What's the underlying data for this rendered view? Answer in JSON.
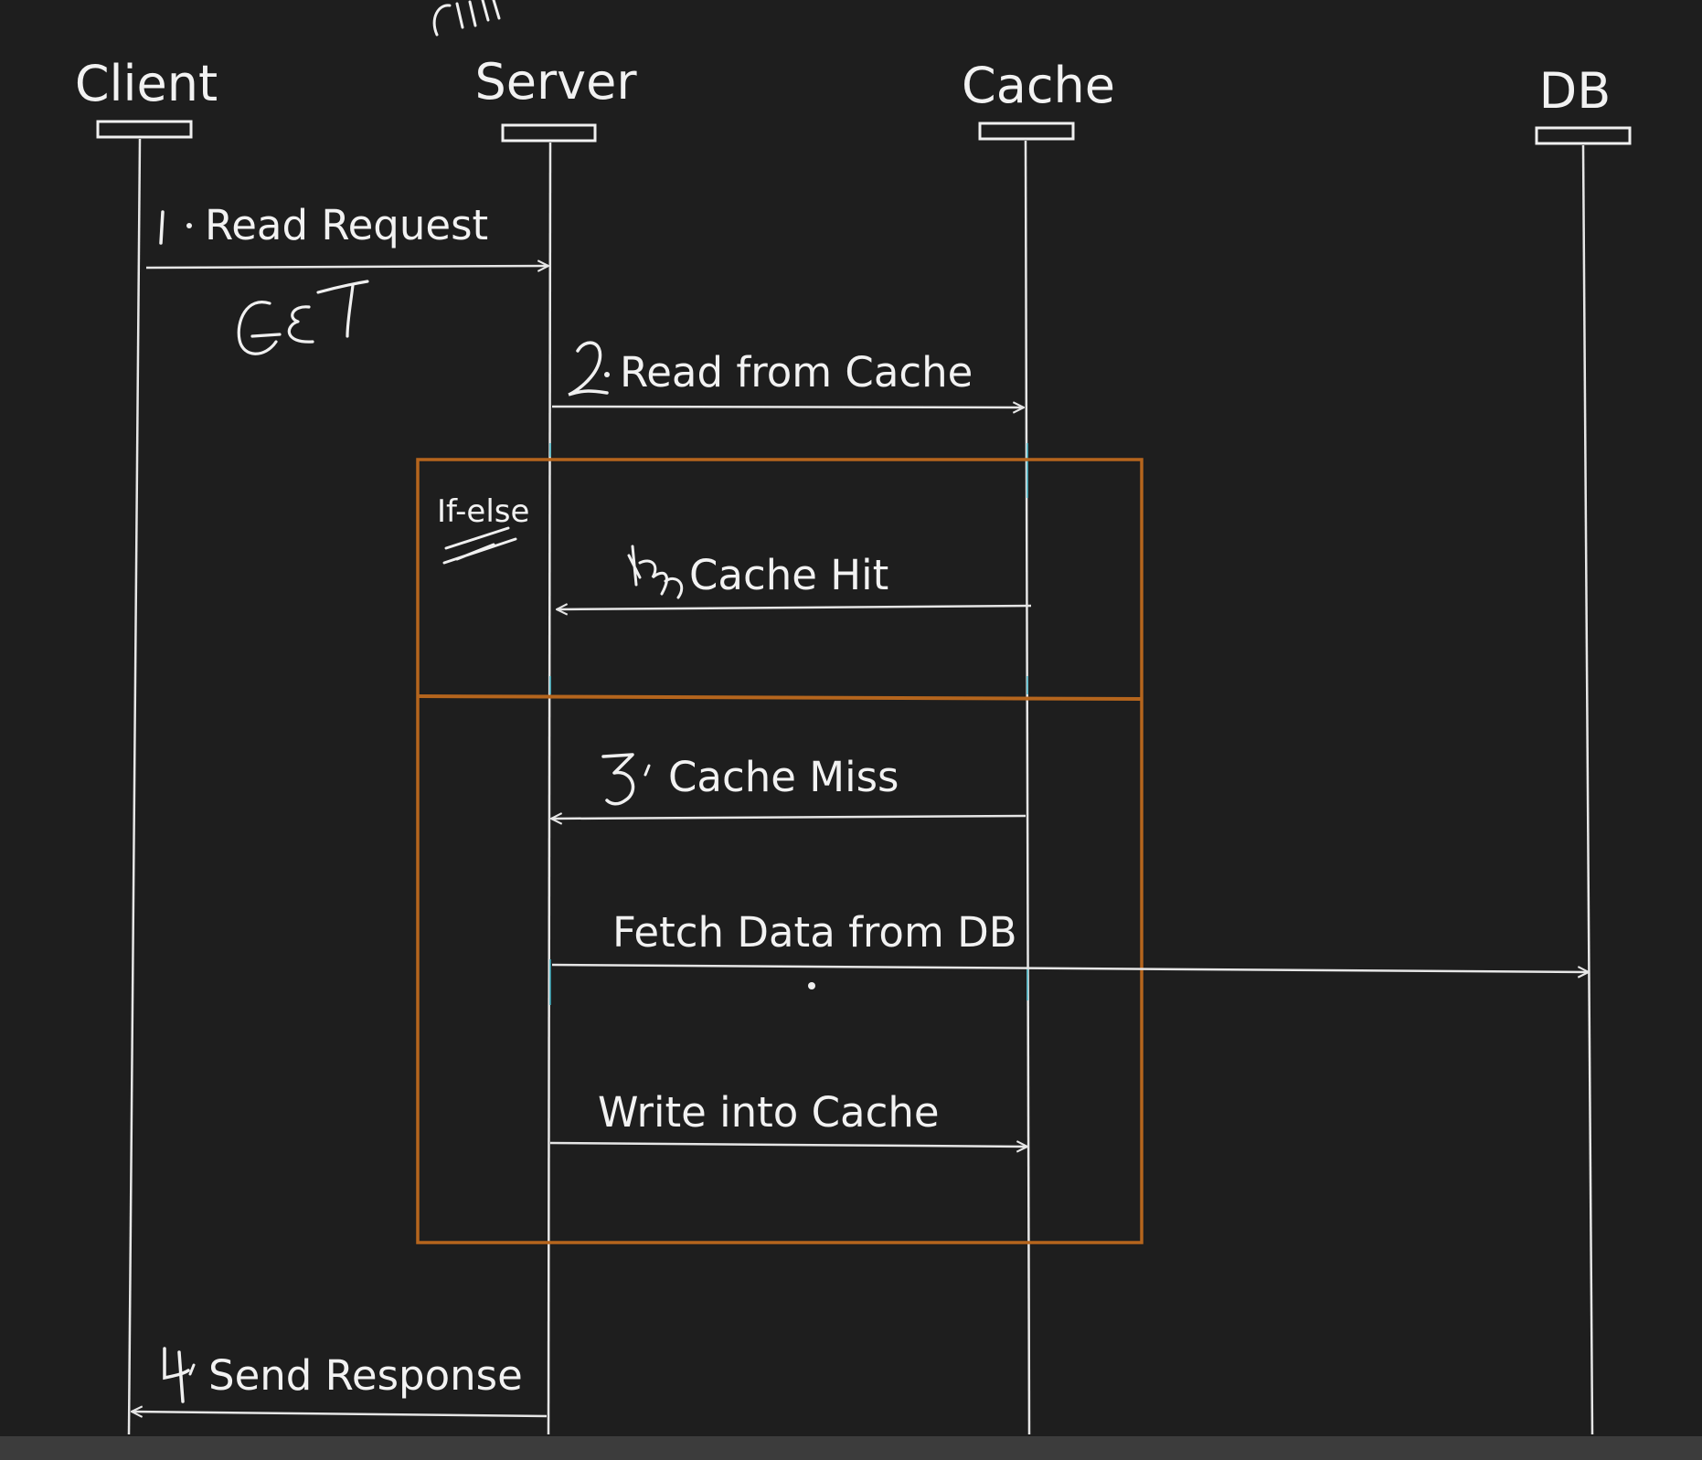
{
  "participants": [
    {
      "key": "client",
      "label": "Client"
    },
    {
      "key": "server",
      "label": "Server"
    },
    {
      "key": "cache",
      "label": "Cache"
    },
    {
      "key": "db",
      "label": "DB"
    }
  ],
  "fragment": {
    "operator": "If-else"
  },
  "messages": [
    {
      "key": "read_request",
      "prefix": "1·",
      "label": "Read Request",
      "from": "client",
      "to": "server"
    },
    {
      "key": "read_cache",
      "prefix": "2·",
      "label": "Read from Cache",
      "from": "server",
      "to": "cache"
    },
    {
      "key": "cache_hit",
      "prefix": "",
      "label": "Cache Hit",
      "from": "cache",
      "to": "server"
    },
    {
      "key": "cache_miss",
      "prefix": "3·",
      "label": "Cache Miss",
      "from": "cache",
      "to": "server"
    },
    {
      "key": "fetch_db",
      "prefix": "",
      "label": "Fetch Data from DB",
      "from": "server",
      "to": "db"
    },
    {
      "key": "write_cache",
      "prefix": "",
      "label": "Write into Cache",
      "from": "server",
      "to": "cache"
    },
    {
      "key": "send_response",
      "prefix": "4·",
      "label": "Send Response",
      "from": "server",
      "to": "client"
    }
  ],
  "annotations": {
    "http_method": "GET"
  },
  "colors": {
    "background": "#1e1e1e",
    "line": "#e6e6e6",
    "fragment_border": "#b5651d",
    "highlight": "#3fb7c9"
  }
}
